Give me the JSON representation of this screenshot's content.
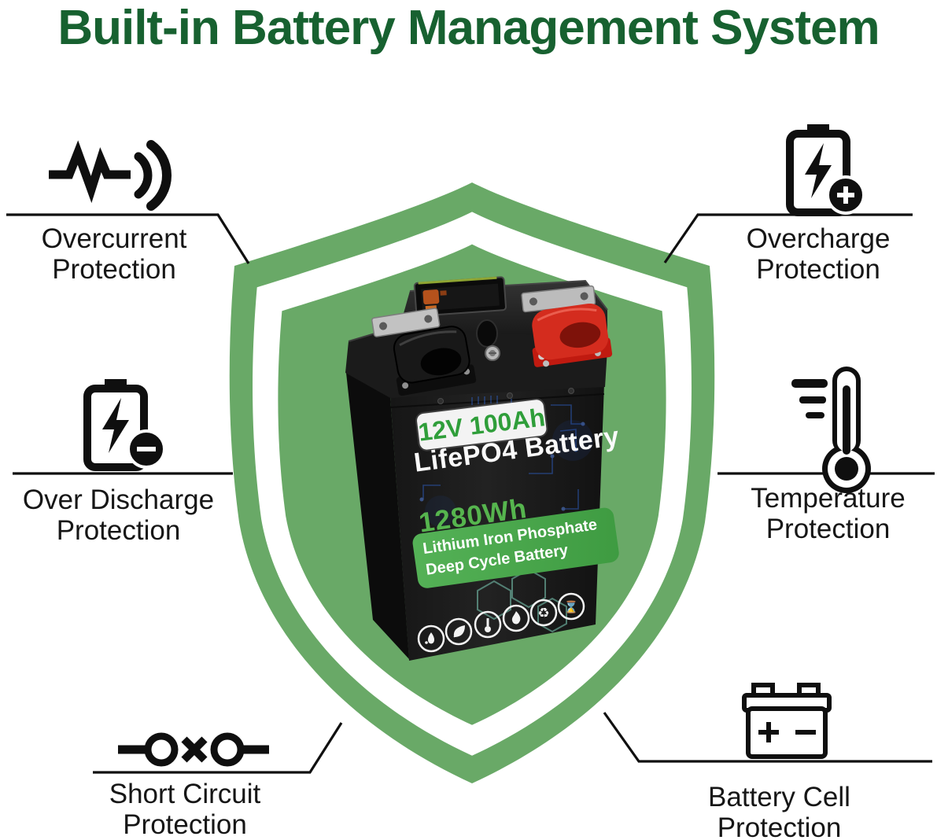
{
  "title": {
    "text": "Built-in Battery Management System"
  },
  "colors": {
    "title_green": "#176130",
    "shield_green": "#69a967",
    "callout_line": "#101010",
    "label_text": "#161616",
    "capacity_green": "#2f9e3a",
    "energy_green": "#56b54e",
    "panel_green": "#47a74a",
    "terminal_red": "#d42c1e",
    "battery_body": "#1d1d1d"
  },
  "callouts": [
    {
      "id": "overcurrent",
      "icon": "overcurrent-icon",
      "line1": "Overcurrent",
      "line2": "Protection",
      "position": "top-left"
    },
    {
      "id": "overcharge",
      "icon": "overcharge-icon",
      "line1": "Overcharge",
      "line2": "Protection",
      "position": "top-right"
    },
    {
      "id": "over-discharge",
      "icon": "over-discharge-icon",
      "line1": "Over Discharge",
      "line2": "Protection",
      "position": "middle-left"
    },
    {
      "id": "temperature",
      "icon": "temperature-icon",
      "line1": "Temperature",
      "line2": "Protection",
      "position": "middle-right"
    },
    {
      "id": "short-circuit",
      "icon": "short-circuit-icon",
      "line1": "Short Circuit",
      "line2": "Protection",
      "position": "bottom-left"
    },
    {
      "id": "battery-cell",
      "icon": "battery-cell-icon",
      "line1": "Battery Cell",
      "line2": "Protection",
      "position": "bottom-right"
    }
  ],
  "battery": {
    "capacity_label": "12V 100Ah",
    "type_label": "LifePO4 Battery",
    "energy_label": "1280Wh",
    "panel_line1": "Lithium Iron Phosphate",
    "panel_line2": "Deep Cycle Battery",
    "cert_icons": [
      {
        "name": "waterproof-icon",
        "glyph": ""
      },
      {
        "name": "eco-leaf-icon",
        "glyph": ""
      },
      {
        "name": "temperature-safe-icon",
        "glyph": ""
      },
      {
        "name": "fire-safety-icon",
        "glyph": ""
      },
      {
        "name": "recycle-icon",
        "glyph": "♻"
      },
      {
        "name": "hourglass-icon",
        "glyph": "⌛"
      }
    ]
  }
}
